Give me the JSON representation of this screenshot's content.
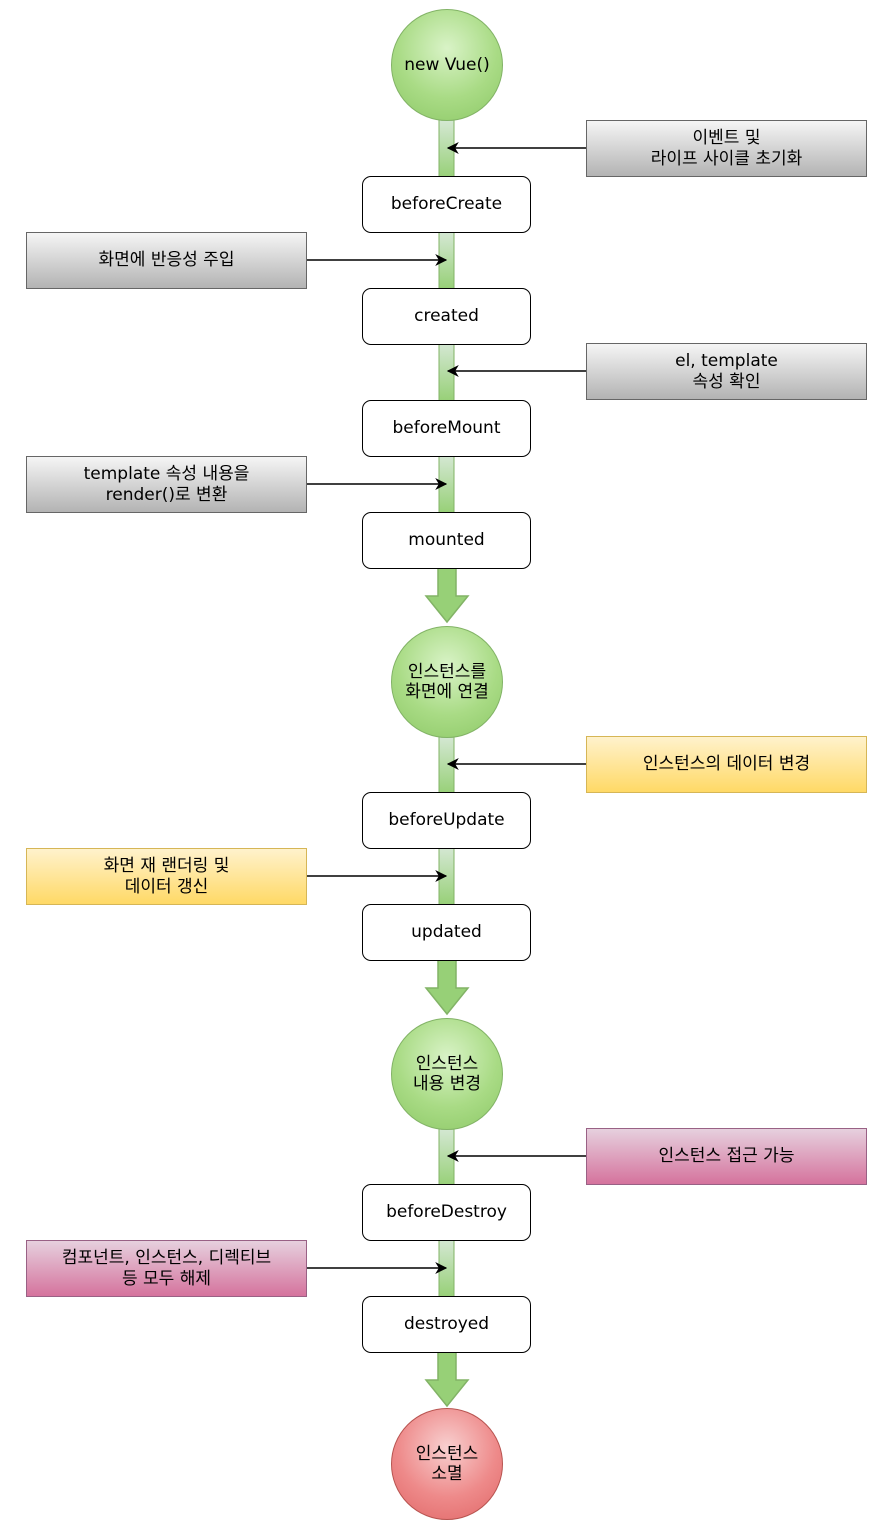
{
  "colors": {
    "start_fill": "#b9e0a5",
    "start_stroke": "#82b366",
    "end_fill": "#f19c99",
    "end_stroke": "#b85450",
    "gray_note": "#cccccc",
    "yellow_note": "#ffe599",
    "pink_note": "#d5739d",
    "bar_light": "#d5e8d4",
    "bar_dark": "#97d077"
  },
  "milestones": {
    "new_vue": "new Vue()",
    "attach": "인스턴스를\n화면에 연결",
    "change": "인스턴스\n내용 변경",
    "destroyed_end": "인스턴스\n소멸"
  },
  "hooks": {
    "before_create": "beforeCreate",
    "created": "created",
    "before_mount": "beforeMount",
    "mounted": "mounted",
    "before_update": "beforeUpdate",
    "updated": "updated",
    "before_destroy": "beforeDestroy",
    "destroyed": "destroyed"
  },
  "notes": {
    "init_events": "이벤트 및\n라이프 사이클 초기화",
    "inject_reactivity": "화면에 반응성 주입",
    "check_el_template": "el, template\n속성 확인",
    "template_to_render": "template 속성 내용을\nrender()로 변환",
    "data_change": "인스턴스의 데이터 변경",
    "rerender": "화면 재 랜더링 및\n데이터 갱신",
    "instance_access": "인스턴스 접근 가능",
    "teardown": "컴포넌트, 인스턴스, 디렉티브\n등 모두 해제"
  }
}
